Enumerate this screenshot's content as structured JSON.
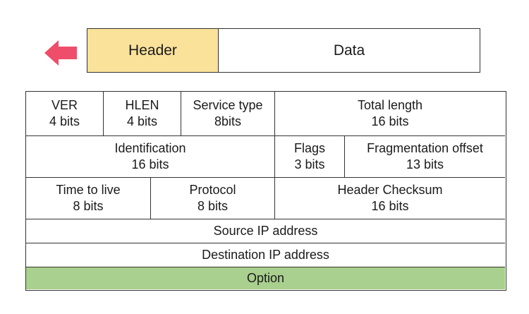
{
  "packet": {
    "header": "Header",
    "data": "Data"
  },
  "colors": {
    "arrow": "#ef4e6a",
    "header_fill": "#fbe29b",
    "option_fill": "#a9d08e",
    "border": "#333333"
  },
  "fields": {
    "ver": {
      "name": "VER",
      "size": "4 bits"
    },
    "hlen": {
      "name": "HLEN",
      "size": "4 bits"
    },
    "service_type": {
      "name": "Service type",
      "size": "8bits"
    },
    "total_length": {
      "name": "Total length",
      "size": "16 bits"
    },
    "identification": {
      "name": "Identification",
      "size": "16 bits"
    },
    "flags": {
      "name": "Flags",
      "size": "3 bits"
    },
    "fragmentation_offset": {
      "name": "Fragmentation offset",
      "size": "13 bits"
    },
    "ttl": {
      "name": "Time to live",
      "size": "8 bits"
    },
    "protocol": {
      "name": "Protocol",
      "size": "8 bits"
    },
    "header_checksum": {
      "name": "Header Checksum",
      "size": "16 bits"
    },
    "source_ip": {
      "name": "Source IP address"
    },
    "destination_ip": {
      "name": "Destination IP address"
    },
    "option": {
      "name": "Option"
    }
  }
}
